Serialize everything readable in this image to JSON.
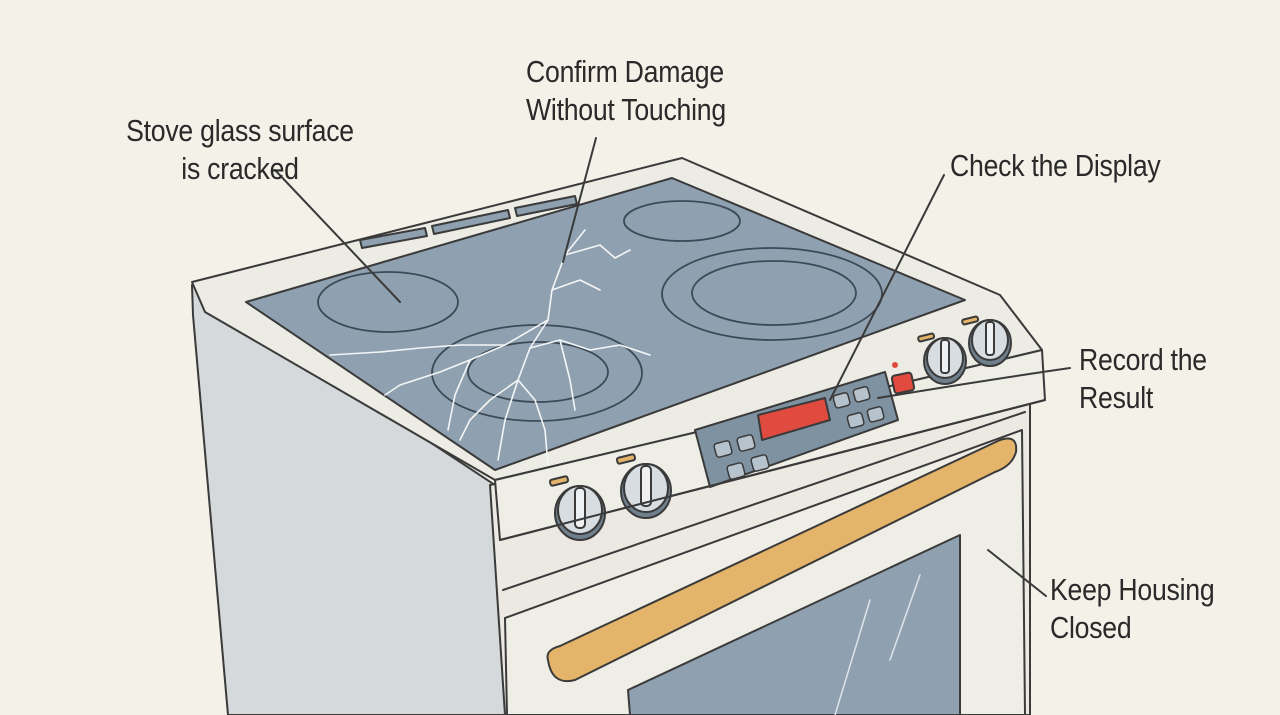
{
  "labels": {
    "cracked_surface": [
      "Stove glass surface",
      "is cracked"
    ],
    "confirm_damage": [
      "Confirm Damage",
      "Without Touching"
    ],
    "check_display": [
      "Check the Display"
    ],
    "record_result": [
      "Record the",
      "Result"
    ],
    "keep_housing": [
      "Keep Housing",
      "Closed"
    ]
  },
  "colors": {
    "background": "#f3f1e8",
    "glass_top": "#8fa1b0",
    "body": "#e9e7df",
    "side_panel": "#d5d9db",
    "display": "#e04a3f",
    "handle": "#e4b46a",
    "control_panel": "#7f92a2",
    "outline": "#3a3a3a"
  },
  "icons": [
    "knob-icon",
    "arrow-button-icon",
    "power-button-icon"
  ]
}
